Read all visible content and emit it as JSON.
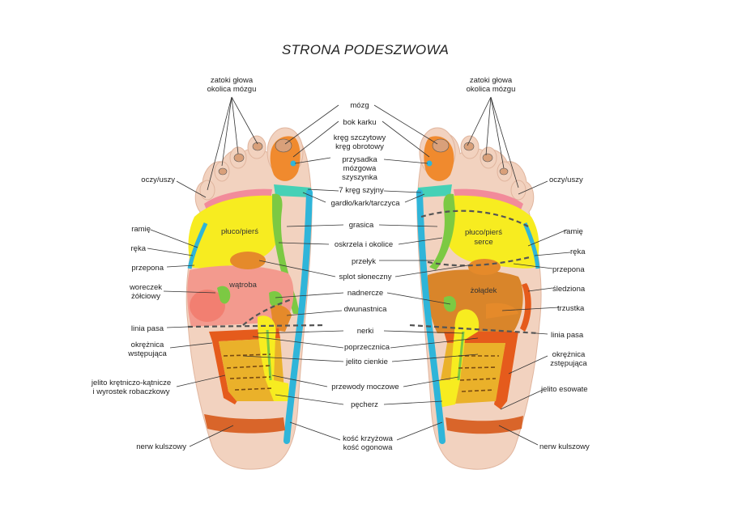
{
  "title": "STRONA PODESZWOWA",
  "labels": {
    "sinuses_head_left": [
      "zatoki głowa",
      "okolica mózgu"
    ],
    "sinuses_head_right": [
      "zatoki głowa",
      "okolica mózgu"
    ],
    "brain": "mózg",
    "side_neck": "bok karku",
    "atlas_axis": [
      "kręg szczytowy",
      "kręg obrotowy"
    ],
    "pituitary": [
      "przysadka",
      "mózgowa",
      "szyszynka"
    ],
    "c7": "7 kręg szyjny",
    "throat": "gardło/kark/tarczyca",
    "eyes_ears_left": "oczy/uszy",
    "eyes_ears_right": "oczy/uszy",
    "thymus": "grasica",
    "bronchi": "oskrzela i okolice",
    "esophagus": "przełyk",
    "solar_plexus": "splot słoneczny",
    "shoulder_left": "ramię",
    "shoulder_right": "ramię",
    "hand_left": "ręka",
    "hand_right": "ręka",
    "diaphragm_left": "przepona",
    "diaphragm_right": "przepona",
    "gallbladder": [
      "woreczek",
      "żółciowy"
    ],
    "adrenals": "nadnercze",
    "duodenum": "dwunastnica",
    "spleen": "śledziona",
    "pancreas": "trzustka",
    "waist_left": "linia pasa",
    "waist_right": "linia pasa",
    "kidneys": "nerki",
    "transverse": "poprzecznica",
    "ascending": [
      "okrężnica",
      "wstępująca"
    ],
    "descending": [
      "okrężnica",
      "zstępująca"
    ],
    "small_intestine": "jelito cienkie",
    "ileocecal": [
      "jelito krętniczo-kątnicze",
      "i wyrostek robaczkowy"
    ],
    "ureters": "przewody moczowe",
    "sigmoid": "jelito esowate",
    "bladder": "pęcherz",
    "sacrum": [
      "kość krzyżowa",
      "kość ogonowa"
    ],
    "sciatic_left": "nerw kulszowy",
    "sciatic_right": "nerw kulszowy",
    "lung_left": "płuco/pierś",
    "lung_right": [
      "płuco/pierś",
      "serce"
    ],
    "liver": "wątroba",
    "stomach": "żołądek"
  },
  "colors": {
    "skin": "#f2d2bf",
    "skin_shade": "#e4b49b",
    "lungs": "#f7ec20",
    "liver": "#f39a8e",
    "intestine": "#eab12a",
    "colon": "#e55b1c",
    "spine": "#2fb5d9",
    "throat": "#46d1b6",
    "bronchi": "#7cc943",
    "orange_zone": "#e58a2a",
    "stomach": "#d9852a",
    "sciatic": "#d9652a",
    "sinus": "#f08a2e",
    "shoulder_band": "#f28b9a"
  }
}
